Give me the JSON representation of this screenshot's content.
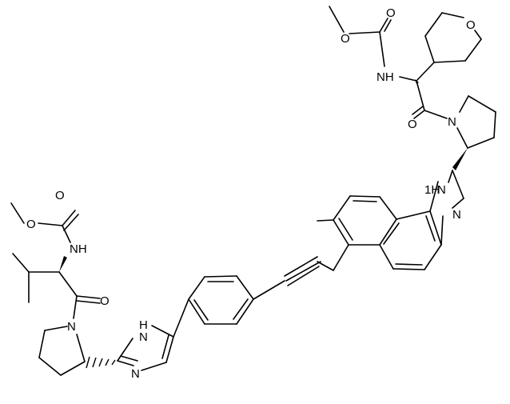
{
  "labels": {
    "o_top_ether": "O",
    "o_top_carbonyl": "O",
    "o_pyran": "O",
    "nh_top": "NH",
    "o_top_amide": "O",
    "n_top_pyrrolidine": "N",
    "nh_benzimidazole_1h": "1H",
    "nh_benzimidazole_n": "N",
    "n_benzimidazole": "N",
    "o_left_ether": "O",
    "o_left_carbonyl": "O",
    "nh_left": "NH",
    "o_left_amide": "O",
    "n_left_pyrrolidine": "N",
    "nh_imidazole_h": "H",
    "nh_imidazole_n": "N",
    "n_imidazole": "N"
  },
  "colors": {
    "ink": "#000000",
    "background": "#ffffff"
  }
}
